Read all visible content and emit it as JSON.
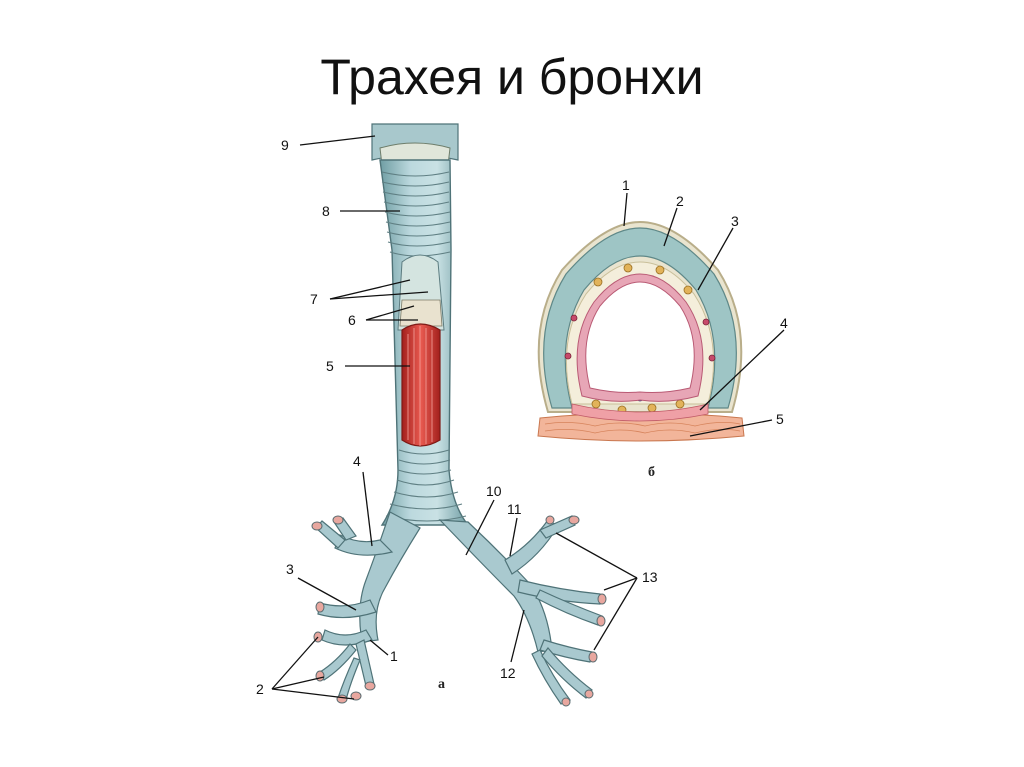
{
  "title": "Трахея и бронхи",
  "figure_a": {
    "panel_label": "а",
    "callouts": {
      "n1": "1",
      "n2": "2",
      "n3": "3",
      "n4": "4",
      "n5": "5",
      "n6": "6",
      "n7": "7",
      "n8": "8",
      "n9": "9",
      "n10": "10",
      "n11": "11",
      "n12": "12",
      "n13": "13"
    }
  },
  "figure_b": {
    "panel_label": "б",
    "callouts": {
      "n1": "1",
      "n2": "2",
      "n3": "3",
      "n4": "4",
      "n5": "5"
    }
  },
  "colors": {
    "cartilage": "#a9c9cf",
    "cartilage_dark": "#6f9da3",
    "muscle": "#d9453f",
    "mucosa": "#e7a6b6",
    "fiber": "#f2b59a"
  }
}
